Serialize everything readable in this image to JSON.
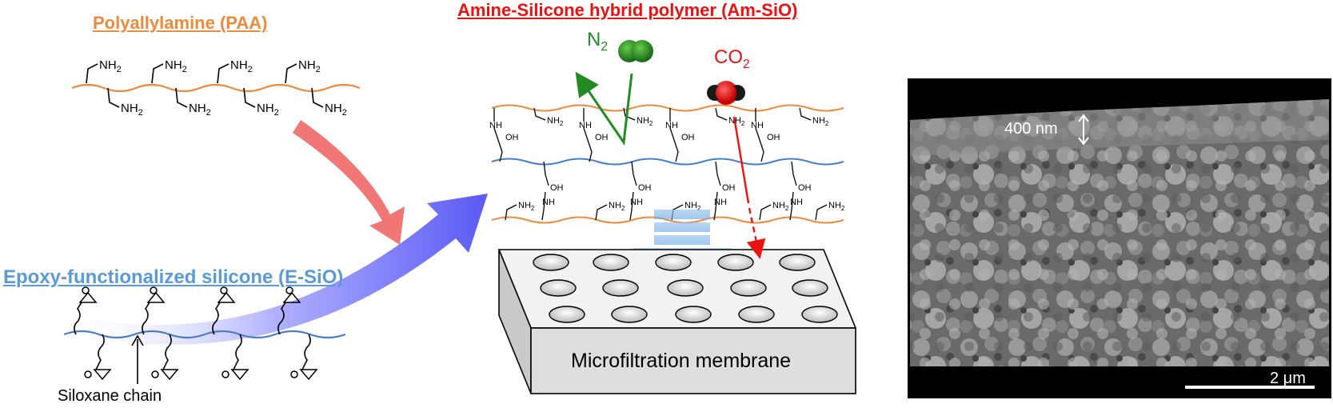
{
  "labels": {
    "paa_title": "Polyallylamine (PAA)",
    "esio_title": "Epoxy-functionalized silicone (E-SiO)",
    "amsio_title": "Amine-Silicone hybrid polymer (Am-SiO)",
    "siloxane_chain": "Siloxane chain",
    "membrane": "Microfiltration membrane",
    "n2": "N",
    "n2_sub": "2",
    "co2": "CO",
    "co2_sub": "2",
    "sem_thickness": "400 nm",
    "sem_scale": "2 μm"
  },
  "chem": {
    "nh2": "NH2",
    "nh": "NH",
    "oh": "OH"
  },
  "colors": {
    "paa": "#ee8a3a",
    "silicone": "#4a7ec8",
    "amsio": "#ee1111",
    "n2": "#228b22",
    "co2": "#ee1111",
    "arrow_red": "#f07070",
    "arrow_blue": "#6a6af5"
  }
}
